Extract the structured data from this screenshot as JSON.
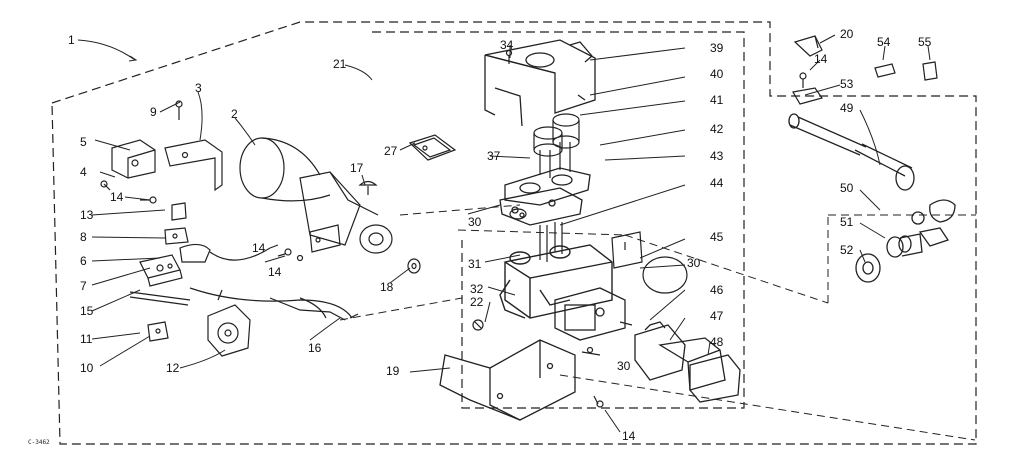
{
  "diagram": {
    "footer_code": "C-3462",
    "callouts": [
      "1",
      "2",
      "3",
      "4",
      "5",
      "6",
      "7",
      "8",
      "9",
      "10",
      "11",
      "12",
      "13",
      "14",
      "14",
      "14",
      "14",
      "14",
      "15",
      "16",
      "17",
      "18",
      "19",
      "20",
      "21",
      "22",
      "27",
      "30",
      "30",
      "30",
      "31",
      "32",
      "34",
      "37",
      "39",
      "40",
      "41",
      "42",
      "43",
      "44",
      "45",
      "46",
      "47",
      "48",
      "49",
      "50",
      "51",
      "52",
      "53",
      "54",
      "55"
    ]
  }
}
